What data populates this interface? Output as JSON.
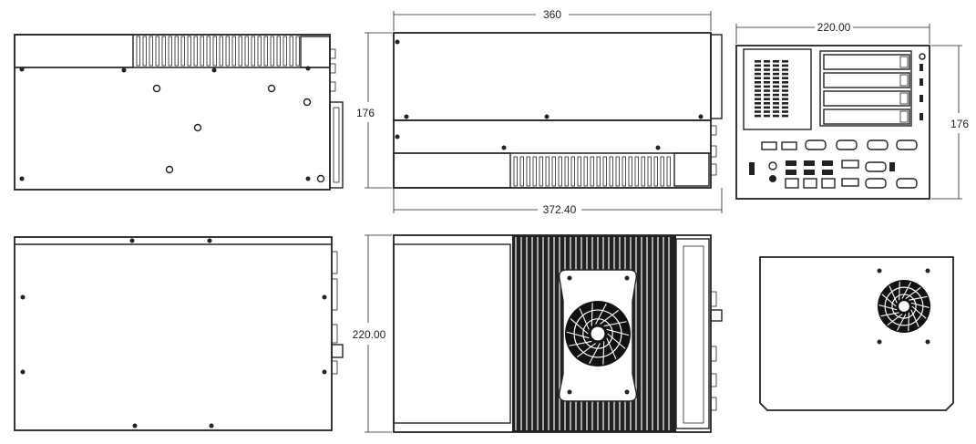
{
  "dimensions": {
    "front_width": "360",
    "front_height": "176",
    "front_depth_total": "372.40",
    "side_width": "220.00",
    "side_height": "176",
    "top_depth": "220.00"
  },
  "colors": {
    "line": "#222222",
    "background": "#ffffff",
    "heatsink": "#111111"
  },
  "icons": {
    "fan": "fan-icon",
    "vent": "vent-grille-icon"
  }
}
